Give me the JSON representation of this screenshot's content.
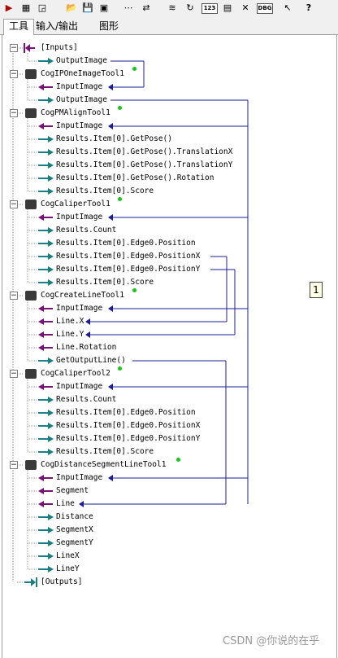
{
  "toolbar": {
    "buttons": [
      {
        "name": "run-icon",
        "glyph": "▶"
      },
      {
        "name": "show-tree-icon",
        "glyph": "▦"
      },
      {
        "name": "view-icon",
        "glyph": "◲"
      },
      {
        "name": "open-folder-icon",
        "glyph": "📂"
      },
      {
        "name": "save-icon",
        "glyph": "💾"
      },
      {
        "name": "save-as-icon",
        "glyph": "▣"
      },
      {
        "name": "link-icon",
        "glyph": "⋯"
      },
      {
        "name": "import-icon",
        "glyph": "⇄"
      },
      {
        "name": "database-icon",
        "glyph": "≋"
      },
      {
        "name": "refresh-icon",
        "glyph": "↻"
      },
      {
        "name": "numbers-icon",
        "glyph": "123",
        "text": true
      },
      {
        "name": "dialog-icon",
        "glyph": "▤"
      },
      {
        "name": "tools-icon",
        "glyph": "✕"
      },
      {
        "name": "debug-icon",
        "glyph": "DBG",
        "text": true
      },
      {
        "name": "pointer-icon",
        "glyph": "↖"
      },
      {
        "name": "help-icon",
        "glyph": "?"
      }
    ]
  },
  "tabs": [
    {
      "label": "工具",
      "active": true
    },
    {
      "label": "输入/输出",
      "active": false
    },
    {
      "label": "图形",
      "active": false
    }
  ],
  "tree": [
    {
      "text": "[Inputs]",
      "type": "root",
      "icon": "inputs"
    },
    {
      "text": "OutputImage",
      "type": "output"
    },
    {
      "text": "CogIPOneImageTool1",
      "type": "tool",
      "dot": true
    },
    {
      "text": "InputImage",
      "type": "input"
    },
    {
      "text": "OutputImage",
      "type": "output"
    },
    {
      "text": "CogPMAlignTool1",
      "type": "tool",
      "dot": true
    },
    {
      "text": "InputImage",
      "type": "input"
    },
    {
      "text": "Results.Item[0].GetPose()",
      "type": "output"
    },
    {
      "text": "Results.Item[0].GetPose().TranslationX",
      "type": "output"
    },
    {
      "text": "Results.Item[0].GetPose().TranslationY",
      "type": "output"
    },
    {
      "text": "Results.Item[0].GetPose().Rotation",
      "type": "output"
    },
    {
      "text": "Results.Item[0].Score",
      "type": "output"
    },
    {
      "text": "CogCaliperTool1",
      "type": "tool",
      "dot": true
    },
    {
      "text": "InputImage",
      "type": "input"
    },
    {
      "text": "Results.Count",
      "type": "output"
    },
    {
      "text": "Results.Item[0].Edge0.Position",
      "type": "output"
    },
    {
      "text": "Results.Item[0].Edge0.PositionX",
      "type": "output"
    },
    {
      "text": "Results.Item[0].Edge0.PositionY",
      "type": "output"
    },
    {
      "text": "Results.Item[0].Score",
      "type": "output"
    },
    {
      "text": "CogCreateLineTool1",
      "type": "tool",
      "dot": true
    },
    {
      "text": "InputImage",
      "type": "input"
    },
    {
      "text": "Line.X",
      "type": "input"
    },
    {
      "text": "Line.Y",
      "type": "input"
    },
    {
      "text": "Line.Rotation",
      "type": "input"
    },
    {
      "text": "GetOutputLine()",
      "type": "output"
    },
    {
      "text": "CogCaliperTool2",
      "type": "tool",
      "dot": true
    },
    {
      "text": "InputImage",
      "type": "input"
    },
    {
      "text": "Results.Count",
      "type": "output"
    },
    {
      "text": "Results.Item[0].Edge0.Position",
      "type": "output"
    },
    {
      "text": "Results.Item[0].Edge0.PositionX",
      "type": "output"
    },
    {
      "text": "Results.Item[0].Edge0.PositionY",
      "type": "output"
    },
    {
      "text": "Results.Item[0].Score",
      "type": "output"
    },
    {
      "text": "CogDistanceSegmentLineTool1",
      "type": "tool",
      "dot": true
    },
    {
      "text": "InputImage",
      "type": "input"
    },
    {
      "text": "Segment",
      "type": "input"
    },
    {
      "text": "Line",
      "type": "input"
    },
    {
      "text": "Distance",
      "type": "output"
    },
    {
      "text": "SegmentX",
      "type": "output"
    },
    {
      "text": "SegmentY",
      "type": "output"
    },
    {
      "text": "LineX",
      "type": "output"
    },
    {
      "text": "LineY",
      "type": "output"
    },
    {
      "text": "[Outputs]",
      "type": "root",
      "icon": "outputs"
    }
  ],
  "links_badge": "1",
  "watermark": "CSDN @你说的在乎",
  "colors": {
    "input_arrow": "#7a0f7a",
    "output_arrow": "#1a7f7f",
    "link_line": "#1c1c9c",
    "status_dot": "#17c917"
  }
}
